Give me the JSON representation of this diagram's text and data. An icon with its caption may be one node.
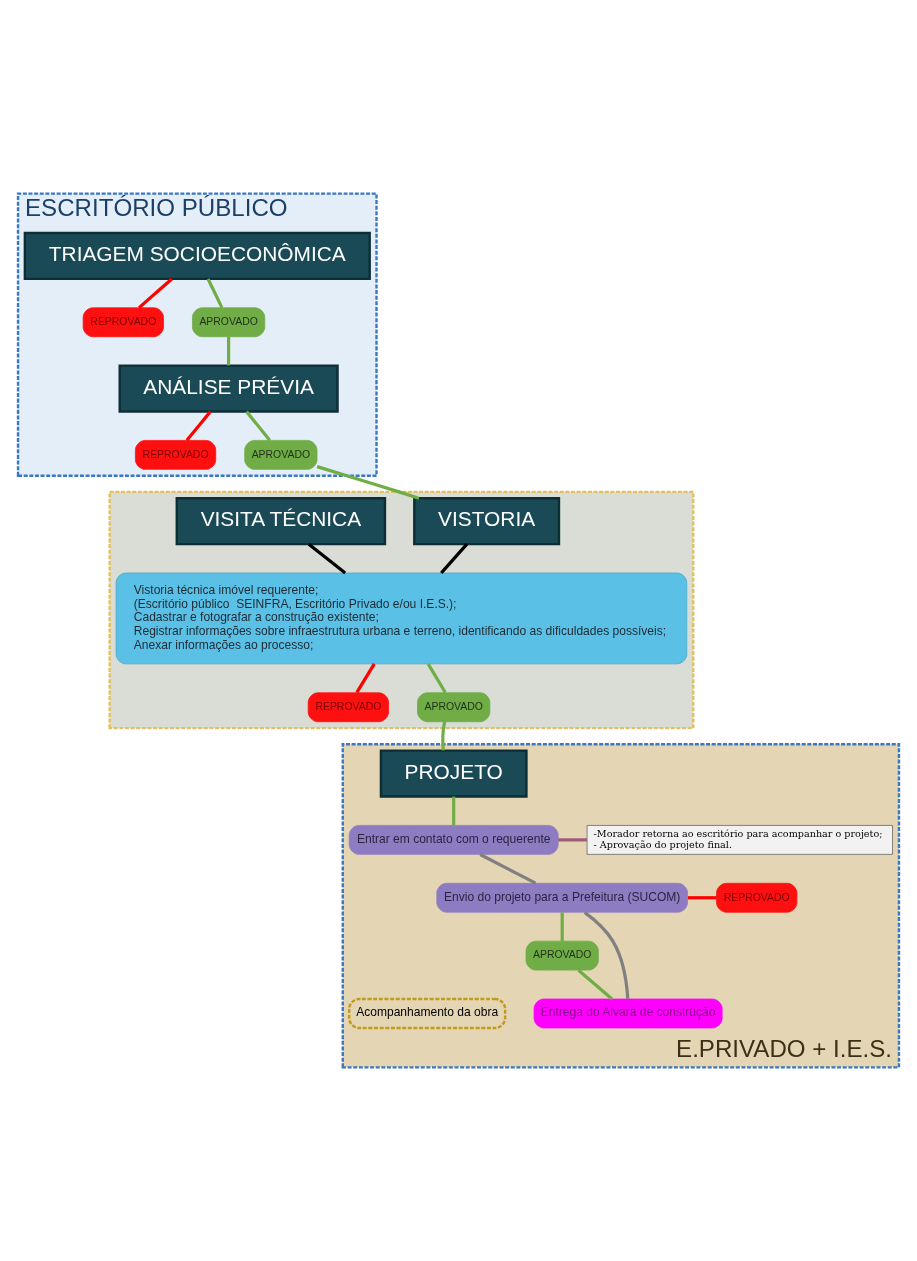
{
  "diagram": {
    "nodes": [
      {
        "text": [
          "ESCRITÓRIO PÚBLICO"
        ]
      },
      {
        "text": [
          "TRIAGEM SOCIOECONÔMICA"
        ],
        "in": 0
      },
      {
        "text": [
          "REPROVADO"
        ],
        "in": 0
      },
      {
        "text": [
          "APROVADO"
        ],
        "in": 0
      },
      {
        "text": [
          "ANÁLISE PRÉVIA"
        ],
        "in": 0
      },
      {
        "text": [
          "REPROVADO"
        ],
        "in": 0
      },
      {
        "text": [
          "APROVADO"
        ],
        "in": 0
      },
      {
        "text": [],
        "shape": "box"
      },
      {
        "text": [
          "VISITA TÉCNICA"
        ],
        "in": 7
      },
      {
        "text": [
          "VISTORIA"
        ],
        "in": 7
      },
      {
        "text": [
          "Vistoria técnica imóvel requerente;",
          "(Escritório público  SEINFRA, Escritório Privado e/ou I.E.S.);",
          "Cadastrar e fotografar a construção existente;",
          "Registrar informações sobre infraestrutura urbana e terreno, identificando as dificuldades possíveis;",
          "Anexar informações ao processo;"
        ],
        "in": 7
      },
      {
        "text": [
          "REPROVADO"
        ],
        "in": 7
      },
      {
        "text": [
          "APROVADO"
        ],
        "in": 7
      },
      {
        "text": [
          "E.PRIVADO + I.E.S."
        ]
      },
      {
        "text": [
          "PROJETO"
        ],
        "in": 13
      },
      {
        "text": [
          "Entrar em contato com o requerente"
        ],
        "in": 13
      },
      {
        "text": [
          "-Morador retorna ao escritório para acompanhar o projeto;",
          "- Aprovação do projeto final."
        ],
        "in": 13
      },
      {
        "text": [
          "Envio do projeto para a Prefeitura (SUCOM)"
        ],
        "in": 13
      },
      {
        "text": [
          "REPROVADO"
        ],
        "in": 13
      },
      {
        "text": [
          "APROVADO"
        ],
        "in": 13
      },
      {
        "text": [
          "Entrega do Alvará de construção"
        ],
        "in": 13
      },
      {
        "text": [
          "Acompanhamento da obra"
        ],
        "in": 13
      }
    ],
    "edges": [
      {
        "from": 1,
        "to": 2,
        "arrow": "none",
        "color": "#ff0000"
      },
      {
        "from": 1,
        "to": 3,
        "arrow": "none"
      },
      {
        "from": 3,
        "to": 4,
        "arrow": "none"
      },
      {
        "from": 4,
        "to": 5,
        "arrow": "none",
        "color": "#ff0000"
      },
      {
        "from": 4,
        "to": 6,
        "arrow": "none"
      },
      {
        "from": 6,
        "to": 9,
        "arrow": "none"
      },
      {
        "from": 8,
        "to": 10,
        "arrow": "none",
        "color": "#000000"
      },
      {
        "from": 9,
        "to": 10,
        "arrow": "none",
        "color": "#000000"
      },
      {
        "from": 10,
        "to": 11,
        "arrow": "none",
        "color": "#ff0000"
      },
      {
        "from": 10,
        "to": 12,
        "arrow": "none"
      },
      {
        "from": 12,
        "to": 14,
        "arrow": "none"
      },
      {
        "from": 14,
        "to": 15,
        "arrow": "none"
      },
      {
        "from": 15,
        "to": 16,
        "arrow": "none",
        "color": "#9e5a78"
      },
      {
        "from": 15,
        "to": 17,
        "arrow": "none",
        "color": "#808080"
      },
      {
        "from": 17,
        "to": 18,
        "arrow": "none",
        "color": "#ff0000"
      },
      {
        "from": 17,
        "to": 19,
        "arrow": "none"
      },
      {
        "from": 17,
        "to": 20,
        "arrow": "none",
        "color": "#808080"
      },
      {
        "from": 19,
        "to": 20,
        "arrow": "none"
      }
    ]
  }
}
